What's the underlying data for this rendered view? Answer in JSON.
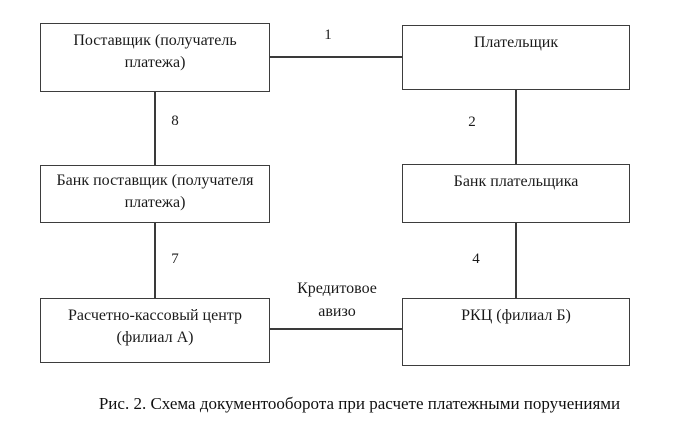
{
  "diagram": {
    "nodes": [
      {
        "id": "supplier",
        "label": "Поставщик (получатель платежа)"
      },
      {
        "id": "payer",
        "label": "Плательщик"
      },
      {
        "id": "supplier-bank",
        "label": "Банк поставщик (получателя платежа)"
      },
      {
        "id": "payer-bank",
        "label": "Банк плательщика"
      },
      {
        "id": "rkc-branch-a",
        "label": "Расчетно-кассовый центр (филиал А)"
      },
      {
        "id": "rkc-branch-b",
        "label": "РКЦ (филиал Б)"
      }
    ],
    "edge_labels": {
      "step1": "1",
      "step2": "2",
      "step4": "4",
      "step7": "7",
      "step8": "8",
      "credit_advice_line1": "Кредитовое",
      "credit_advice_line2": "авизо"
    },
    "caption": "Рис. 2. Схема документооборота при расчете платежными поручениями"
  },
  "colors": {
    "line": "#3a3a3a",
    "text": "#1a1a1a",
    "background": "#ffffff"
  }
}
